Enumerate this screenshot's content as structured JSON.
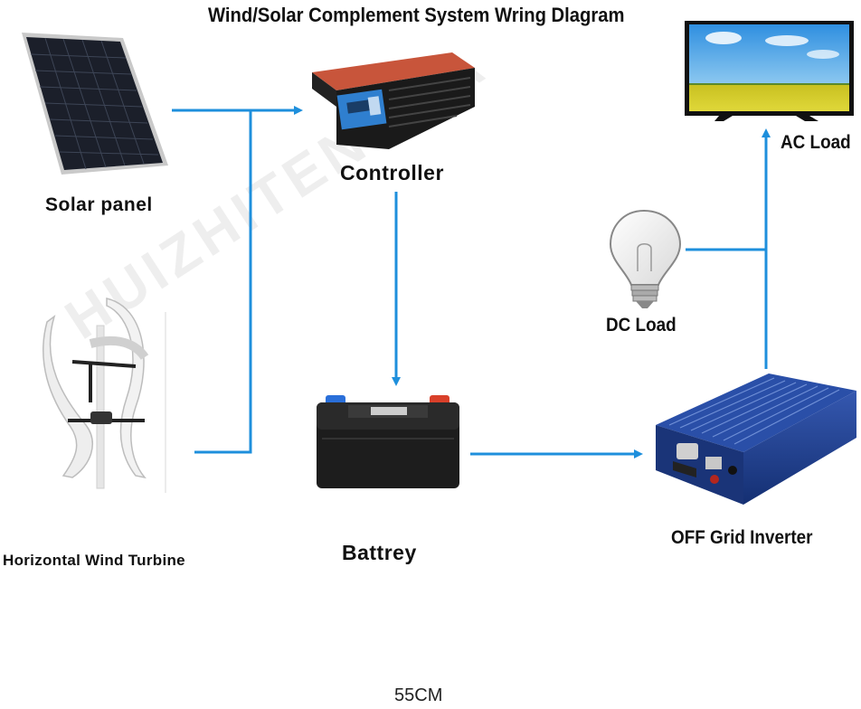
{
  "diagram": {
    "title": "Wind/Solar Complement System Wring Dlagram",
    "watermark": "HUIZHITENGDA",
    "size_note": "55CM",
    "nodes": {
      "solar_panel": "Solar panel",
      "controller": "Controller",
      "ac_load": "AC Load",
      "dc_load": "DC Load",
      "wind_turbine": "Horizontal Wind Turbine",
      "battery": "Battrey",
      "inverter": "OFF Grid Inverter"
    },
    "colors": {
      "arrow": "#1e8fdc",
      "panel_cell": "#1b1f2a",
      "inverter_body": "#1f3f8c",
      "controller_accent": "#c8553b",
      "controller_display": "#2f7fcf",
      "battery_pos": "#d9402a",
      "battery_neg": "#2a6fd9"
    }
  }
}
